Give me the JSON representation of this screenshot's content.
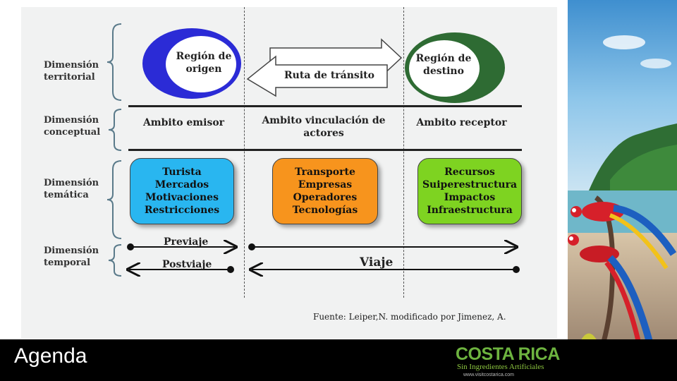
{
  "dimensions": {
    "territorial": "Dimensión territorial",
    "conceptual": "Dimensión conceptual",
    "tematica": "Dimensión temática",
    "temporal": "Dimensión temporal"
  },
  "regions": {
    "origin": "Región de origen",
    "transit": "Ruta de tránsito",
    "destination": "Región de destino"
  },
  "ambitos": {
    "emisor": "Ambito emisor",
    "vinculacion": "Ambito vinculación de actores",
    "receptor": "Ambito receptor"
  },
  "boxes": {
    "left": [
      "Turista",
      "Mercados",
      "Motivaciones",
      "Restricciones"
    ],
    "middle": [
      "Transporte",
      "Empresas",
      "Operadores",
      "Tecnologías"
    ],
    "right": [
      "Recursos",
      "Suiperestructura",
      "Impactos",
      "Infraestructura"
    ]
  },
  "temporal": {
    "previaje": "Previaje",
    "postviaje": "Postviaje",
    "viaje": "Viaje"
  },
  "source": "Fuente:  Leiper,N. modificado por  Jimenez, A.",
  "footer": {
    "title": "Agenda",
    "logo": "COSTA RICA",
    "tagline": "Sin Ingredientes Artificiales",
    "url": "www.visitcostarica.com"
  },
  "colors": {
    "origin_region": "#2b2bd6",
    "destination_region": "#2e6b33",
    "box_left": "#29b6f0",
    "box_middle": "#f7941d",
    "box_right": "#7ed321",
    "footer_bg": "#000000"
  }
}
